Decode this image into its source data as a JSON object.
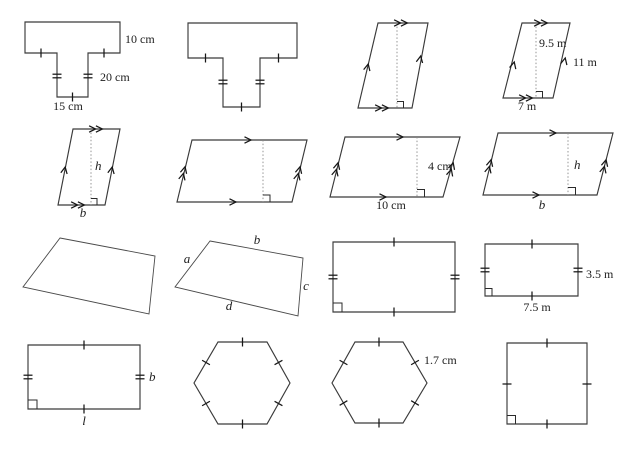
{
  "worksheet": {
    "description": "grid of sixteen geometry figures",
    "colors": {
      "background": "#ffffff",
      "outline": "#3a3a3a",
      "tick_marks": "#161616",
      "height_dashes": "#8a8a8a",
      "label_text": "#1d1d1d"
    },
    "shapes": {
      "t_labeled": {
        "side": "10 cm",
        "stem": "20 cm",
        "base": "15 cm"
      },
      "para_m": {
        "height": "9.5 m",
        "side": "11 m",
        "base": "7 m"
      },
      "para_hb_small": {
        "height": "h",
        "base": "b"
      },
      "para_cm": {
        "height": "4 cm",
        "base": "10 cm"
      },
      "para_hb_wide": {
        "height": "h",
        "base": "b"
      },
      "quad_abcd": {
        "a": "a",
        "b": "b",
        "c": "c",
        "d": "d"
      },
      "rect_m": {
        "side": "3.5 m",
        "base": "7.5 m"
      },
      "rect_bl": {
        "side": "b",
        "base": "l"
      },
      "hex_labeled": {
        "side": "1.7 cm"
      }
    }
  }
}
